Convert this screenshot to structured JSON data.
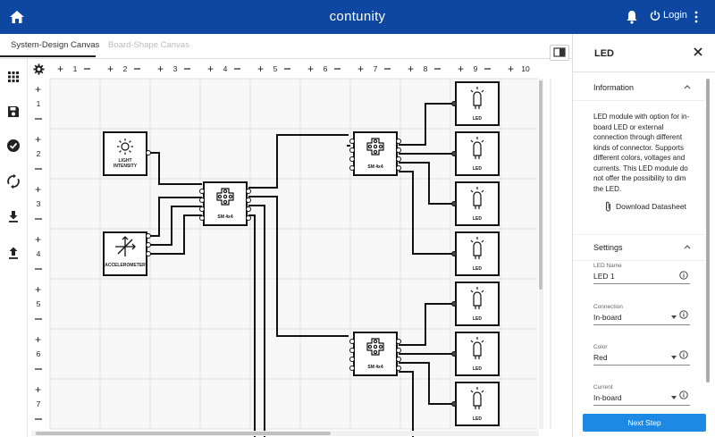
{
  "app": {
    "title": "contunity",
    "login_label": "Login"
  },
  "tabs": [
    {
      "label": "System-Design Canvas",
      "active": true
    },
    {
      "label": "Board-Shape Canvas",
      "active": false
    }
  ],
  "grid": {
    "columns": [
      "1",
      "2",
      "3",
      "4",
      "5",
      "6",
      "7",
      "8",
      "9",
      "10"
    ],
    "rows": [
      "1",
      "2",
      "3",
      "4",
      "5",
      "6",
      "7"
    ]
  },
  "modules": {
    "light": "LIGHT INTENSITY",
    "accel": "ACCELEROMETER",
    "sm": "SM 4x4",
    "led": "LED"
  },
  "panel": {
    "title": "LED",
    "information": {
      "heading": "Information",
      "text": "LED module with option for in-board LED or external connection through different kinds of connector. Supports different colors, voltages and currents. This LED module do not offer the possibility to dim the LED.",
      "download_label": "Download Datasheet"
    },
    "settings": {
      "heading": "Settings",
      "fields": [
        {
          "label": "LED Name",
          "value": "LED 1"
        },
        {
          "label": "Connection",
          "value": "In-board"
        },
        {
          "label": "Color",
          "value": "Red"
        },
        {
          "label": "Current",
          "value": "In-board"
        }
      ]
    },
    "next_label": "Next Step"
  },
  "colors": {
    "brand": "#0d47a1",
    "button": "#1e88e5"
  }
}
